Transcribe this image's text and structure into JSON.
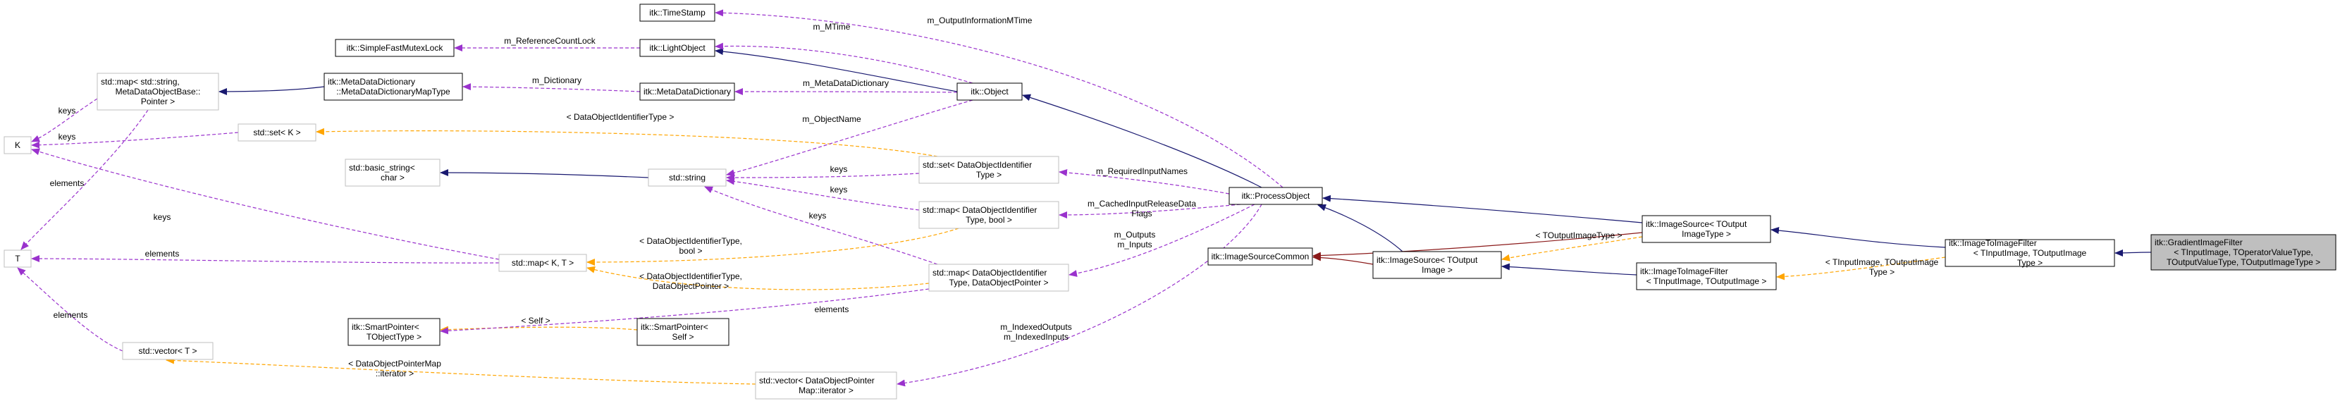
{
  "colors": {
    "inherit": "#191970",
    "member": "#9a32cd",
    "template": "#ffa500",
    "protected": "#8b1a1a",
    "node_border": "#000000",
    "node_border_external": "#bfbfbf",
    "node_fill_focus": "#bfbfbf"
  },
  "nodes": [
    {
      "id": "gradient",
      "lines": [
        "itk::GradientImageFilter",
        "< TInputImage, TOperatorValueType,",
        "TOutputValueType, TOutputImageType >"
      ],
      "style": "focus"
    },
    {
      "id": "i2i_filter",
      "lines": [
        "itk::ImageToImageFilter",
        "< TInputImage, TOutputImage",
        "Type >"
      ],
      "style": "class"
    },
    {
      "id": "img_src_type",
      "lines": [
        "itk::ImageSource< TOutput",
        "ImageType >"
      ],
      "style": "class"
    },
    {
      "id": "i2i_filter_img",
      "lines": [
        "itk::ImageToImageFilter",
        "< TInputImage, TOutputImage >"
      ],
      "style": "class"
    },
    {
      "id": "img_src_img",
      "lines": [
        "itk::ImageSource< TOutput",
        "Image >"
      ],
      "style": "class"
    },
    {
      "id": "img_src_common",
      "lines": [
        "itk::ImageSourceCommon"
      ],
      "style": "class"
    },
    {
      "id": "process_object",
      "lines": [
        "itk::ProcessObject"
      ],
      "style": "class"
    },
    {
      "id": "object",
      "lines": [
        "itk::Object"
      ],
      "style": "class"
    },
    {
      "id": "light_object",
      "lines": [
        "itk::LightObject"
      ],
      "style": "class"
    },
    {
      "id": "time_stamp",
      "lines": [
        "itk::TimeStamp"
      ],
      "style": "class"
    },
    {
      "id": "mutex_lock",
      "lines": [
        "itk::SimpleFastMutexLock"
      ],
      "style": "class"
    },
    {
      "id": "mdd",
      "lines": [
        "itk::MetaDataDictionary"
      ],
      "style": "class"
    },
    {
      "id": "mdd_map",
      "lines": [
        "itk::MetaDataDictionary",
        "::MetaDataDictionaryMapType"
      ],
      "style": "class"
    },
    {
      "id": "map_str",
      "lines": [
        "std::map< std::string,",
        "MetaDataObjectBase::",
        "Pointer >"
      ],
      "style": "external"
    },
    {
      "id": "k",
      "lines": [
        "K"
      ],
      "style": "external"
    },
    {
      "id": "t",
      "lines": [
        "T"
      ],
      "style": "external"
    },
    {
      "id": "set_k",
      "lines": [
        "std::set< K >"
      ],
      "style": "external"
    },
    {
      "id": "basic_string",
      "lines": [
        "std::basic_string<",
        "char >"
      ],
      "style": "external"
    },
    {
      "id": "string",
      "lines": [
        "std::string"
      ],
      "style": "external"
    },
    {
      "id": "set_doi",
      "lines": [
        "std::set< DataObjectIdentifier",
        "Type >"
      ],
      "style": "external"
    },
    {
      "id": "map_doi_bool",
      "lines": [
        "std::map< DataObjectIdentifier",
        "Type, bool >"
      ],
      "style": "external"
    },
    {
      "id": "map_kt",
      "lines": [
        "std::map< K, T >"
      ],
      "style": "external"
    },
    {
      "id": "map_doi_ptr",
      "lines": [
        "std::map< DataObjectIdentifier",
        "Type, DataObjectPointer >"
      ],
      "style": "external"
    },
    {
      "id": "sp_tobj",
      "lines": [
        "itk::SmartPointer<",
        "TObjectType >"
      ],
      "style": "class"
    },
    {
      "id": "sp_self",
      "lines": [
        "itk::SmartPointer<",
        "Self >"
      ],
      "style": "class"
    },
    {
      "id": "vector_t",
      "lines": [
        "std::vector< T >"
      ],
      "style": "external"
    },
    {
      "id": "vector_dop",
      "lines": [
        "std::vector< DataObjectPointer",
        "Map::iterator >"
      ],
      "style": "external"
    }
  ],
  "edges": [
    {
      "kind": "inherit",
      "label": []
    },
    {
      "kind": "inherit",
      "label": []
    },
    {
      "kind": "inherit",
      "label": []
    },
    {
      "kind": "inherit",
      "label": []
    },
    {
      "kind": "inherit",
      "label": []
    },
    {
      "kind": "inherit",
      "label": []
    },
    {
      "kind": "inherit",
      "label": []
    },
    {
      "kind": "inherit",
      "label": []
    },
    {
      "kind": "inherit",
      "label": []
    },
    {
      "kind": "protected",
      "label": []
    },
    {
      "kind": "protected",
      "label": []
    },
    {
      "kind": "template",
      "label": [
        "< TInputImage, TOutputImage",
        "Type >"
      ]
    },
    {
      "kind": "template",
      "label": [
        "< TOutputImageType >"
      ]
    },
    {
      "kind": "template",
      "label": [
        "< DataObjectIdentifierType >"
      ]
    },
    {
      "kind": "template",
      "label": [
        "< DataObjectIdentifierType,",
        "bool >"
      ]
    },
    {
      "kind": "template",
      "label": [
        "< DataObjectIdentifierType,",
        "DataObjectPointer >"
      ]
    },
    {
      "kind": "template",
      "label": [
        "< Self >"
      ]
    },
    {
      "kind": "template",
      "label": [
        "< DataObjectPointerMap",
        "::iterator >"
      ]
    },
    {
      "kind": "member",
      "label": [
        "m_OutputInformationMTime"
      ]
    },
    {
      "kind": "member",
      "label": [
        "m_MTime"
      ]
    },
    {
      "kind": "member",
      "label": [
        "m_ReferenceCountLock"
      ]
    },
    {
      "kind": "member",
      "label": [
        "m_MetaDataDictionary"
      ]
    },
    {
      "kind": "member",
      "label": [
        "m_Dictionary"
      ]
    },
    {
      "kind": "member",
      "label": [
        "m_ObjectName"
      ]
    },
    {
      "kind": "member",
      "label": [
        "keys"
      ]
    },
    {
      "kind": "member",
      "label": [
        "elements"
      ]
    },
    {
      "kind": "member",
      "label": [
        "keys"
      ]
    },
    {
      "kind": "member",
      "label": [
        "keys"
      ]
    },
    {
      "kind": "member",
      "label": [
        "keys"
      ]
    },
    {
      "kind": "member",
      "label": [
        "keys"
      ]
    },
    {
      "kind": "member",
      "label": [
        "elements"
      ]
    },
    {
      "kind": "member",
      "label": [
        "keys"
      ]
    },
    {
      "kind": "member",
      "label": [
        "elements"
      ]
    },
    {
      "kind": "member",
      "label": [
        "m_RequiredInputNames"
      ]
    },
    {
      "kind": "member",
      "label": [
        "m_CachedInputReleaseData",
        "Flags"
      ]
    },
    {
      "kind": "member",
      "label": [
        "m_Outputs",
        "m_Inputs"
      ]
    },
    {
      "kind": "member",
      "label": [
        "m_IndexedOutputs",
        "m_IndexedInputs"
      ]
    },
    {
      "kind": "member",
      "label": [
        "elements"
      ]
    }
  ]
}
